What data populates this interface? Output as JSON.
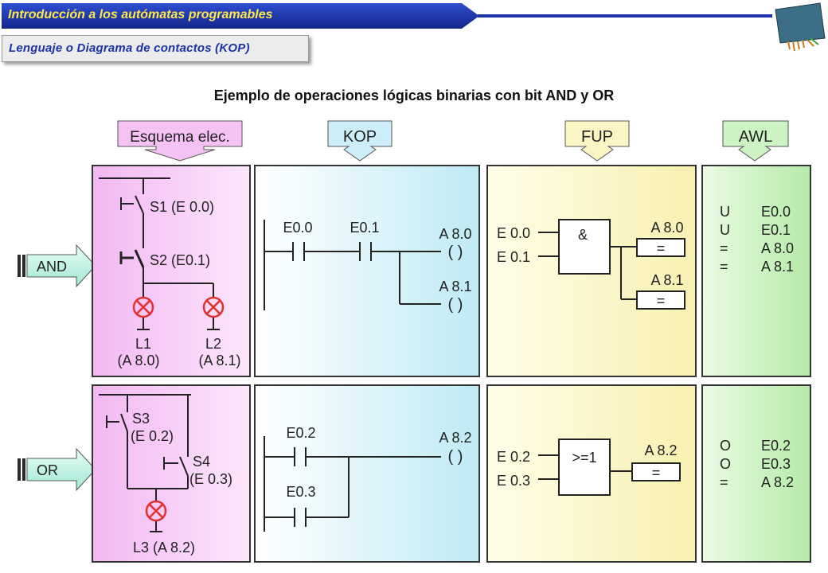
{
  "header": {
    "banner_title": "Introducción a los autómatas programables",
    "subtitle": "Lenguaje o Diagrama de contactos (KOP)",
    "main_title": "Ejemplo de operaciones lógicas binarias con bit AND y OR"
  },
  "columns": {
    "esquema": "Esquema elec.",
    "kop": "KOP",
    "fup": "FUP",
    "awl": "AWL"
  },
  "side_labels": {
    "and": "AND",
    "or": "OR"
  },
  "and_example": {
    "schematic": {
      "s1": "S1 (E 0.0)",
      "s2": "S2 (E0.1)",
      "l1": "L1",
      "l1_addr": "(A 8.0)",
      "l2": "L2",
      "l2_addr": "(A 8.1)"
    },
    "kop": {
      "c1": "E0.0",
      "c2": "E0.1",
      "coil1": "A 8.0",
      "coil2": "A 8.1",
      "coil_sym": "( )"
    },
    "fup": {
      "in1": "E 0.0",
      "in2": "E 0.1",
      "gate": "&",
      "out1": "A 8.0",
      "out2": "A 8.1",
      "assign": "="
    },
    "awl": [
      {
        "op": "U",
        "operand": "E0.0"
      },
      {
        "op": "U",
        "operand": "E0.1"
      },
      {
        "op": "=",
        "operand": "A 8.0"
      },
      {
        "op": "=",
        "operand": "A 8.1"
      }
    ]
  },
  "or_example": {
    "schematic": {
      "s3": "S3",
      "s3_addr": "(E 0.2)",
      "s4": "S4",
      "s4_addr": "(E 0.3)",
      "l3": "L3 (A 8.2)"
    },
    "kop": {
      "c1": "E0.2",
      "c2": "E0.3",
      "coil": "A 8.2",
      "coil_sym": "( )"
    },
    "fup": {
      "in1": "E 0.2",
      "in2": "E 0.3",
      "gate": ">=1",
      "out": "A 8.2",
      "assign": "="
    },
    "awl": [
      {
        "op": "O",
        "operand": "E0.2"
      },
      {
        "op": "O",
        "operand": "E0.3"
      },
      {
        "op": "=",
        "operand": "A 8.2"
      }
    ]
  },
  "colors": {
    "banner_blue": "#1a33a8",
    "banner_text": "#ffe84a",
    "pink_panel": "#f6c6f4",
    "cyan_panel": "#cfeff6",
    "yellow_panel": "#fbf6c8",
    "green_panel": "#cdf2c4",
    "lamp_red": "#e23030"
  }
}
